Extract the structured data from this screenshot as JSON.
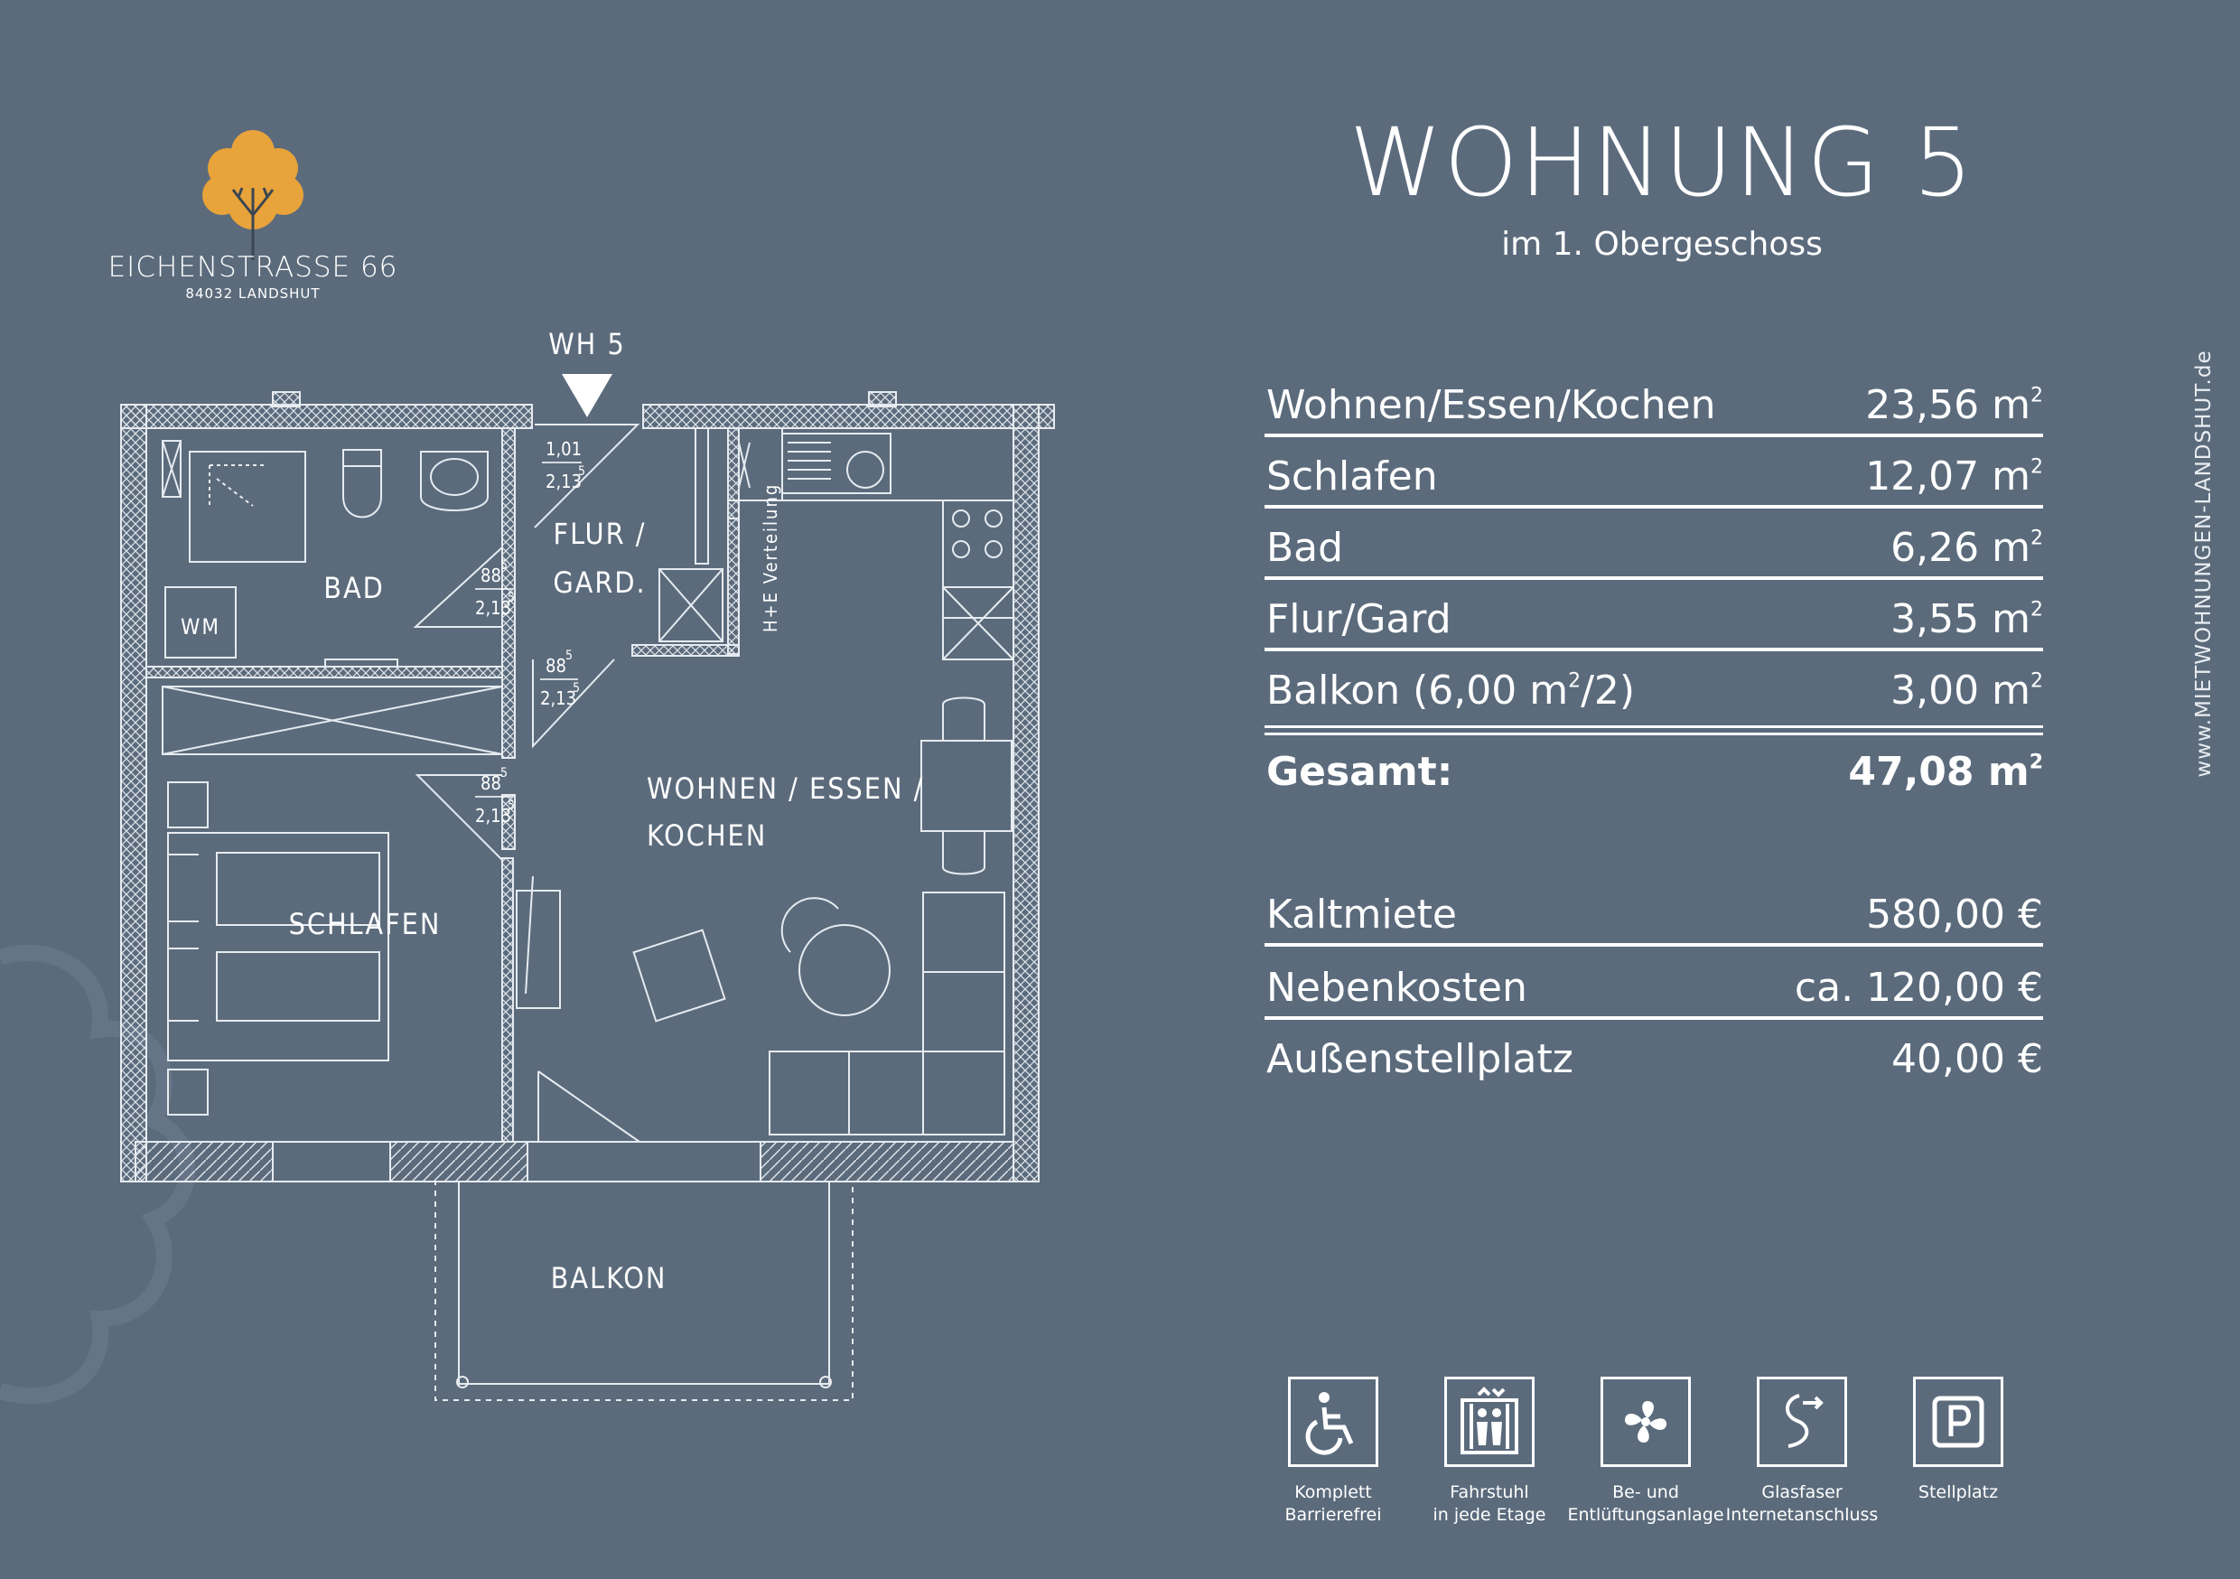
{
  "logo": {
    "name": "EICHENSTRASSE 66",
    "city": "84032 LANDSHUT",
    "accent_color": "#e8a33a"
  },
  "header": {
    "title": "WOHNUNG 5",
    "subtitle": "im 1. Obergeschoss"
  },
  "areas": [
    {
      "label": "Wohnen/Essen/Kochen",
      "value": "23,56 m²"
    },
    {
      "label": "Schlafen",
      "value": "12,07 m²"
    },
    {
      "label": "Bad",
      "value": "6,26 m²"
    },
    {
      "label": "Flur/Gard",
      "value": "3,55 m²"
    },
    {
      "label": "Balkon (6,00 m²/2)",
      "value": "3,00 m²"
    }
  ],
  "total": {
    "label": "Gesamt:",
    "value": "47,08 m²"
  },
  "costs": [
    {
      "label": "Kaltmiete",
      "value": "580,00 €"
    },
    {
      "label": "Nebenkosten",
      "value": "ca. 120,00 €"
    },
    {
      "label": "Außenstellplatz",
      "value": "40,00 €"
    }
  ],
  "website": "www.MIETWOHNUNGEN-LANDSHUT.de",
  "features": [
    {
      "icon": "wheelchair-icon",
      "line1": "Komplett",
      "line2": "Barrierefrei"
    },
    {
      "icon": "elevator-icon",
      "line1": "Fahrstuhl",
      "line2": "in jede Etage"
    },
    {
      "icon": "fan-icon",
      "line1": "Be- und",
      "line2": "Entlüftungsanlage"
    },
    {
      "icon": "fiber-cable-icon",
      "line1": "Glasfaser",
      "line2": "Internetanschluss"
    },
    {
      "icon": "parking-icon",
      "line1": "Stellplatz",
      "line2": ""
    }
  ],
  "plan": {
    "entrance": "WH 5",
    "rooms": {
      "bad": "BAD",
      "wm": "WM",
      "flur1": "FLUR /",
      "flur2": "GARD.",
      "wohnen1": "WOHNEN / ESSEN /",
      "wohnen2": "KOCHEN",
      "schlafen": "SCHLAFEN",
      "balkon": "BALKON",
      "verteilung": "H+E Verteilung"
    },
    "doors": [
      {
        "w": "1,01",
        "h": "2,13",
        "sup": "5"
      },
      {
        "w": "88",
        "wsup": "5",
        "h": "2,13",
        "sup": "5"
      },
      {
        "w": "88",
        "wsup": "5",
        "h": "2,13",
        "sup": "5"
      },
      {
        "w": "88",
        "wsup": "5",
        "h": "2,13",
        "sup": "5"
      }
    ]
  }
}
